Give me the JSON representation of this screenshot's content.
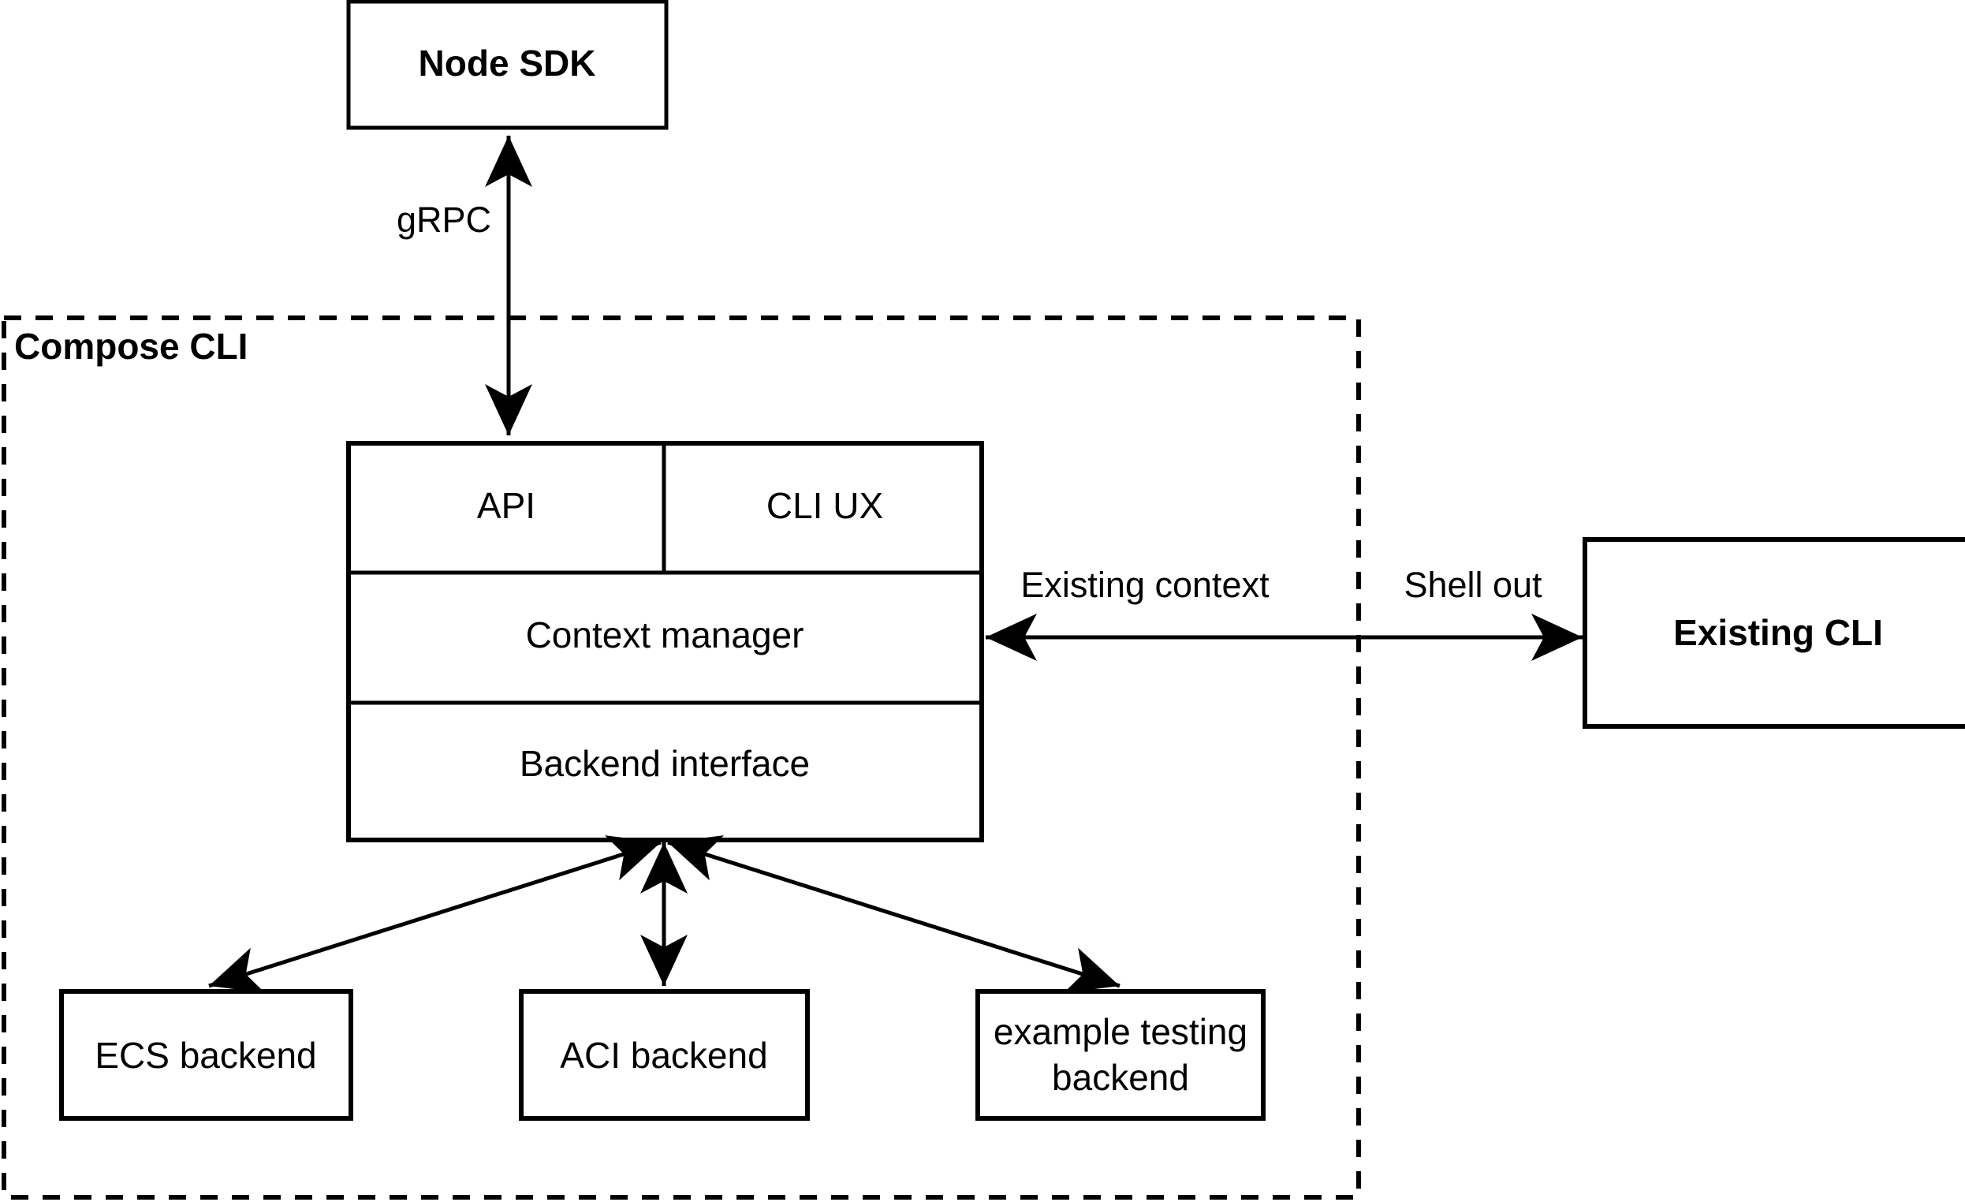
{
  "diagram": {
    "title_group": "Compose CLI",
    "nodes": {
      "node_sdk": {
        "label": "Node SDK",
        "bold": true
      },
      "api": {
        "label": "API",
        "bold": false
      },
      "cli_ux": {
        "label": "CLI UX",
        "bold": false
      },
      "context_manager": {
        "label": "Context manager",
        "bold": false
      },
      "backend_interface": {
        "label": "Backend interface",
        "bold": false
      },
      "existing_cli": {
        "label": "Existing CLI",
        "bold": true
      },
      "ecs_backend": {
        "label": "ECS backend",
        "bold": false
      },
      "aci_backend": {
        "label": "ACI backend",
        "bold": false
      },
      "example_testing_backend_line1": {
        "label": "example testing",
        "bold": false
      },
      "example_testing_backend_line2": {
        "label": "backend",
        "bold": false
      }
    },
    "edge_labels": {
      "grpc": "gRPC",
      "existing_context": "Existing context",
      "shell_out": "Shell out"
    },
    "colors": {
      "stroke": "#000000",
      "fill": "#ffffff",
      "background": "#ffffff"
    }
  }
}
